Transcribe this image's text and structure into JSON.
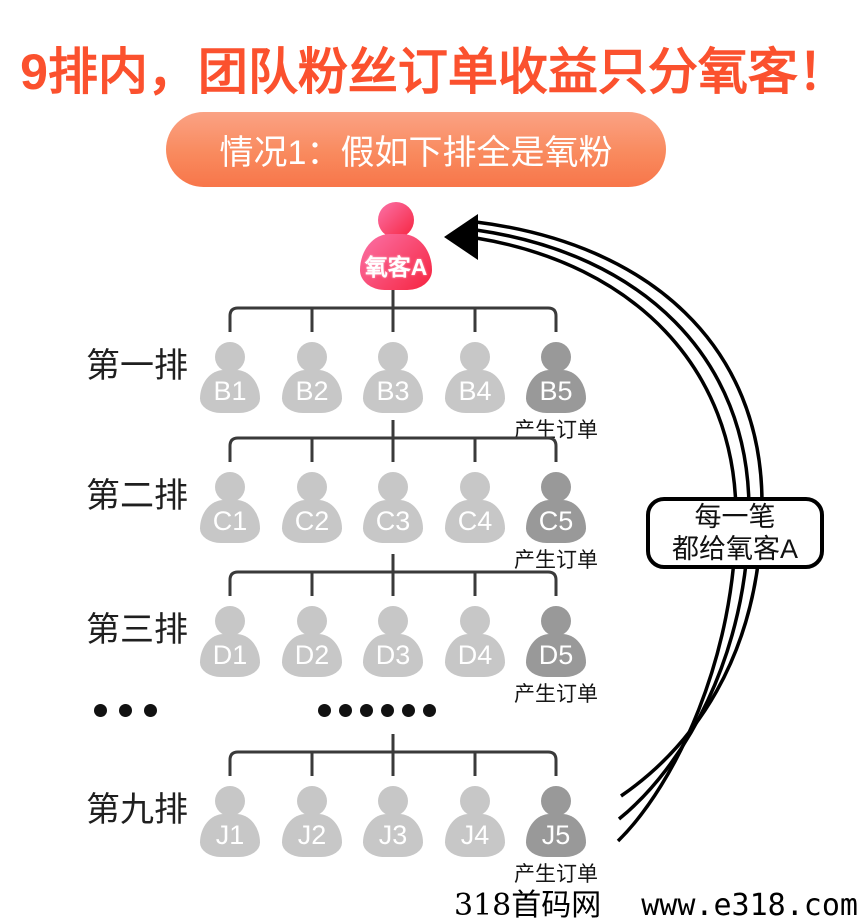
{
  "title": "9排内，团队粉丝订单收益只分氧客！",
  "banner": "情况1：假如下排全是氧粉",
  "root": {
    "label": "氧客A"
  },
  "note": {
    "line1": "每一笔",
    "line2": "都给氧客A"
  },
  "order_caption": "产生订单",
  "rows": [
    {
      "label": "第一排",
      "members": [
        "B1",
        "B2",
        "B3",
        "B4",
        "B5"
      ],
      "order_member": "B5"
    },
    {
      "label": "第二排",
      "members": [
        "C1",
        "C2",
        "C3",
        "C4",
        "C5"
      ],
      "order_member": "C5"
    },
    {
      "label": "第三排",
      "members": [
        "D1",
        "D2",
        "D3",
        "D4",
        "D5"
      ],
      "order_member": "D5"
    },
    {
      "label": "第九排",
      "members": [
        "J1",
        "J2",
        "J3",
        "J4",
        "J5"
      ],
      "order_member": "J5"
    }
  ],
  "watermark": {
    "site": "318首码网",
    "url": "www.e318.com"
  },
  "colors": {
    "title": "#fb512e",
    "banner_top": "#faa284",
    "banner_bottom": "#f8764a",
    "root_gradient_top": "#fb72a8",
    "root_gradient_bottom": "#f6243f",
    "member_light": "#c7c7c7",
    "member_dark": "#999999",
    "tree_line": "#3a3a3a",
    "arrow_line": "#000000"
  }
}
